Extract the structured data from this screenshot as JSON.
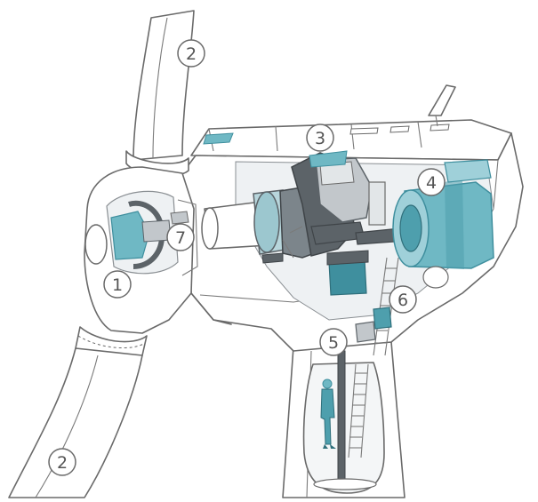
{
  "colors": {
    "outline": "#6a6a6a",
    "teal": "#6fb8c4",
    "teal_dark": "#3f8f9e",
    "steel": "#8d959c",
    "steel_dark": "#5c6368",
    "shell": "#ffffff",
    "shade": "#eef1f3"
  },
  "callouts": [
    {
      "id": "c1",
      "label": "1"
    },
    {
      "id": "c2a",
      "label": "2"
    },
    {
      "id": "c2b",
      "label": "2"
    },
    {
      "id": "c3",
      "label": "3"
    },
    {
      "id": "c4",
      "label": "4"
    },
    {
      "id": "c5",
      "label": "5"
    },
    {
      "id": "c6",
      "label": "6"
    },
    {
      "id": "c7",
      "label": "7"
    }
  ]
}
